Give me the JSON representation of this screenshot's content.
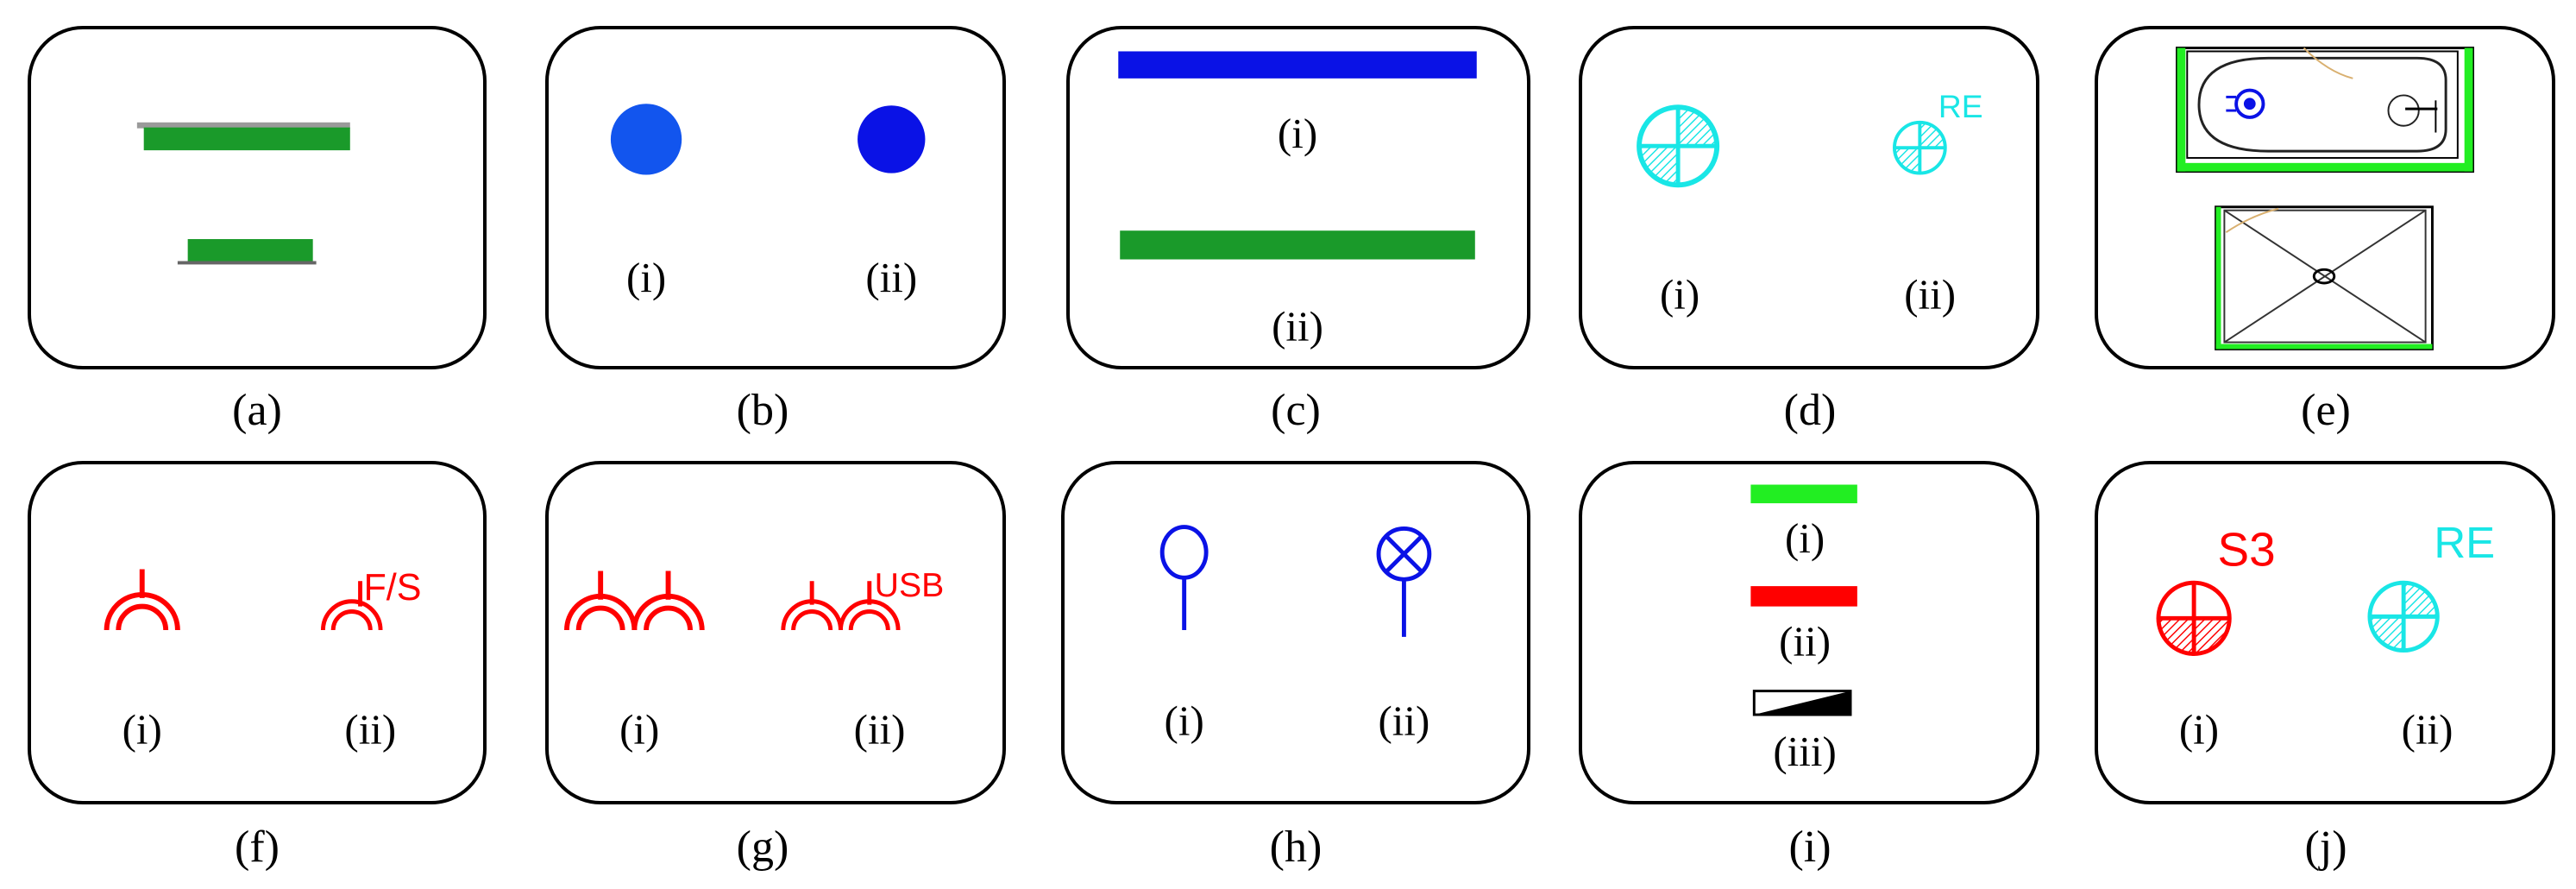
{
  "panels": [
    {
      "id": "a",
      "caption": "(a)",
      "labels": []
    },
    {
      "id": "b",
      "caption": "(b)",
      "labels": [
        "(i)",
        "(ii)"
      ]
    },
    {
      "id": "c",
      "caption": "(c)",
      "labels": [
        "(i)",
        "(ii)"
      ]
    },
    {
      "id": "d",
      "caption": "(d)",
      "labels": [
        "(i)",
        "(ii)"
      ],
      "tags": [
        "RE"
      ]
    },
    {
      "id": "e",
      "caption": "(e)",
      "labels": []
    },
    {
      "id": "f",
      "caption": "(f)",
      "labels": [
        "(i)",
        "(ii)"
      ],
      "tags": [
        "F/S"
      ]
    },
    {
      "id": "g",
      "caption": "(g)",
      "labels": [
        "(i)",
        "(ii)"
      ],
      "tags": [
        "USB"
      ]
    },
    {
      "id": "h",
      "caption": "(h)",
      "labels": [
        "(i)",
        "(ii)"
      ]
    },
    {
      "id": "i",
      "caption": "(i)",
      "labels": [
        "(i)",
        "(ii)",
        "(iii)"
      ]
    },
    {
      "id": "j",
      "caption": "(j)",
      "labels": [
        "(i)",
        "(ii)"
      ],
      "tags": [
        "S3",
        "RE"
      ]
    }
  ],
  "colors": {
    "green": "#1a9a2a",
    "blue": "#0a12e6",
    "blue_light": "#1255ee",
    "cyan": "#19e6e6",
    "red": "#ff0000",
    "bright_green": "#22ee22",
    "grey": "#9a9a9a"
  }
}
